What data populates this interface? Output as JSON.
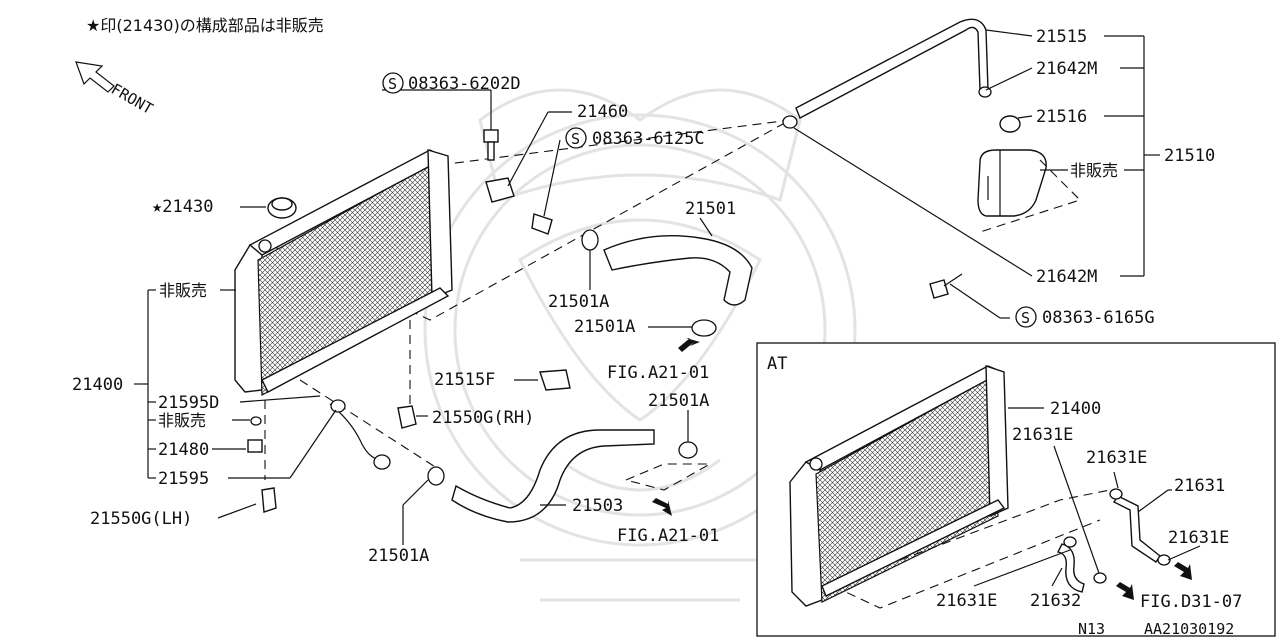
{
  "note": "★印(21430)の構成部品は非販売",
  "front_label": "FRONT",
  "inset": {
    "title": "AT"
  },
  "footer": {
    "page_code": "N13",
    "figure_id": "AA21030192"
  },
  "labels": {
    "s1": "08363-6202D",
    "p21460": "21460",
    "s2": "08363-6125C",
    "p21430": "21430",
    "p21501": "21501",
    "p21501a_1": "21501A",
    "p21501a_2": "21501A",
    "fig_1": "FIG.A21-01",
    "p21515f": "21515F",
    "p21550g_rh": "21550G(RH)",
    "p21501a_3": "21501A",
    "p21503": "21503",
    "fig_2": "FIG.A21-01",
    "p21501a_4": "21501A",
    "p21550g_lh": "21550G(LH)",
    "nonsale_left": "非販売",
    "p21400": "21400",
    "p21595d": "21595D",
    "nonsale_left2": "非販売",
    "p21480": "21480",
    "p21595": "21595",
    "p21515": "21515",
    "p21642m_1": "21642M",
    "p21516": "21516",
    "nonsale_right": "非販売",
    "p21510": "21510",
    "p21642m_2": "21642M",
    "s3": "08363-6165G",
    "at_21400": "21400",
    "at_21631e_1": "21631E",
    "at_21631e_2": "21631E",
    "at_21631": "21631",
    "at_21631e_3": "21631E",
    "at_21631e_4": "21631E",
    "at_21632": "21632",
    "fig_3": "FIG.D31-07"
  },
  "symbols": {
    "star": "★",
    "s_circle": "S"
  },
  "icons": [
    "front-arrow-icon",
    "star-icon",
    "s-circle-icon",
    "arrow-fig-icon"
  ]
}
